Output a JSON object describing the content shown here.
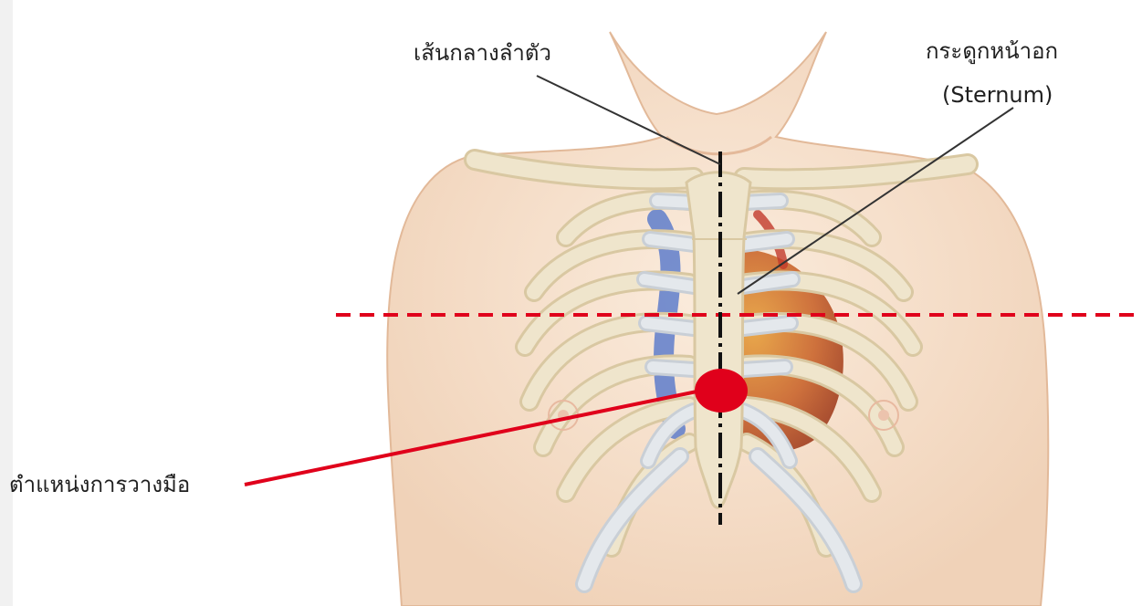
{
  "labels": {
    "midline": "เส้นกลางลำตัว",
    "sternum_th": "กระดูกหน้าอก",
    "sternum_en": "(Sternum)",
    "hand_position": "ตำแหน่งการวางมือ"
  },
  "colors": {
    "skin": "#f7e4d2",
    "skin_shadow": "#ecc9ab",
    "bone": "#efe5cc",
    "bone_edge": "#d9c8a2",
    "cartilage": "#dde1e6",
    "heart": "#c9642c",
    "vein": "#4a6fc9",
    "marker": "#e0001b",
    "dashed_line": "#e0001b",
    "midline": "#111111"
  }
}
